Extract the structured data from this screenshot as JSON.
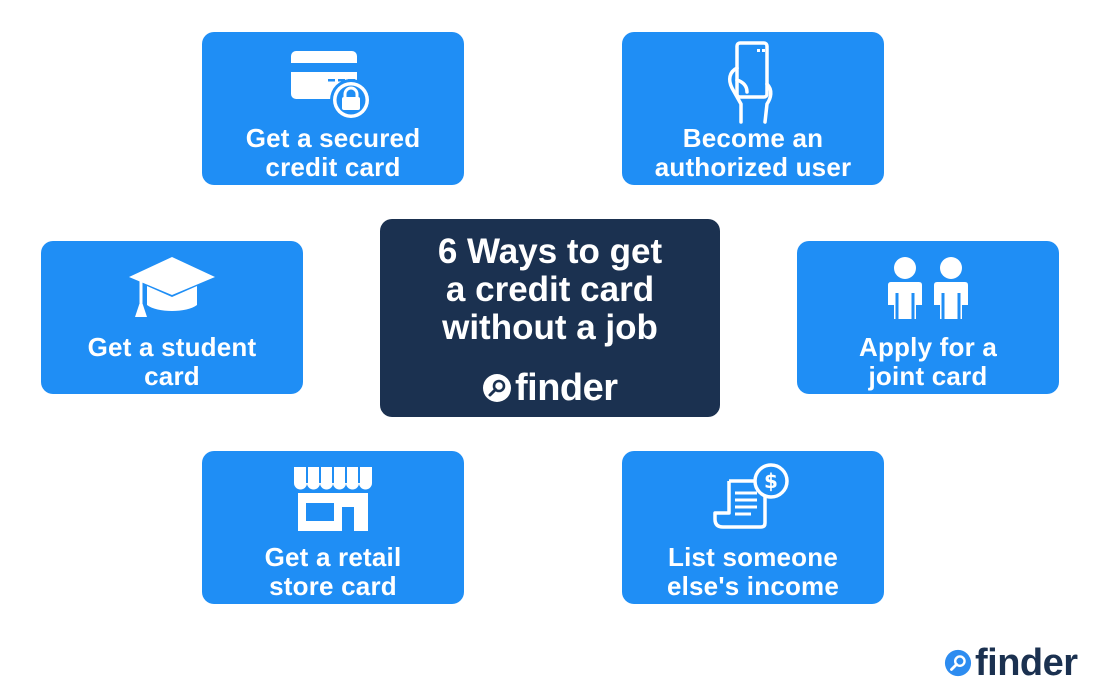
{
  "center": {
    "title_lines": [
      "6 Ways to get",
      "a credit card",
      "without a job"
    ],
    "brand": "finder"
  },
  "items": [
    {
      "lines": [
        "Get a secured",
        "credit card"
      ],
      "icon": "secured-card-lock-icon"
    },
    {
      "lines": [
        "Become an",
        "authorized user"
      ],
      "icon": "hand-holding-card-icon"
    },
    {
      "lines": [
        "Get a student",
        "card"
      ],
      "icon": "graduation-cap-icon"
    },
    {
      "lines": [
        "Apply for a",
        "joint card"
      ],
      "icon": "two-people-icon"
    },
    {
      "lines": [
        "Get a retail",
        "store card"
      ],
      "icon": "storefront-icon"
    },
    {
      "lines": [
        "List someone",
        "else's income"
      ],
      "icon": "receipt-dollar-icon"
    }
  ],
  "footer": {
    "brand": "finder"
  },
  "colors": {
    "box": "#1f8ef5",
    "center": "#1b3150",
    "background": "#ffffff",
    "brand_icon": "#2d8cf0"
  }
}
